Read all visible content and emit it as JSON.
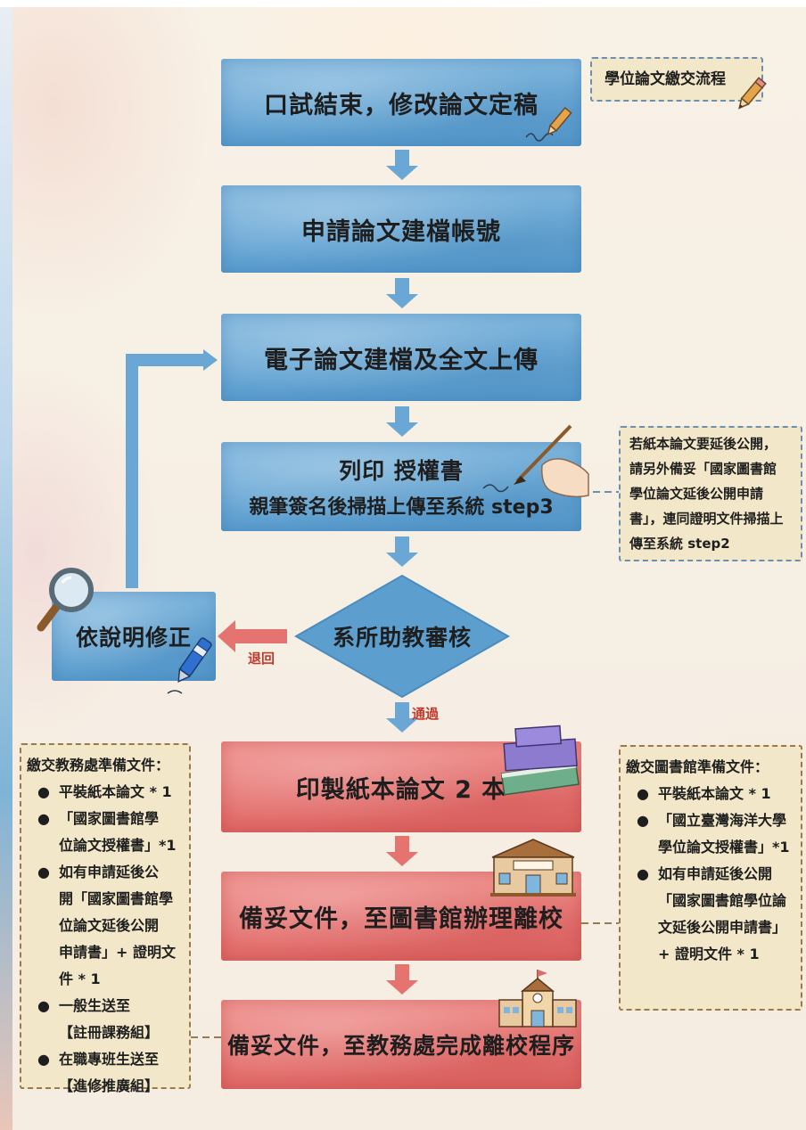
{
  "title_tag": "學位論文繳交流程",
  "steps": {
    "s1": "口試結束，修改論文定稿",
    "s2": "申請論文建檔帳號",
    "s3": "電子論文建檔及全文上傳",
    "s4_line1": "列印 授權書",
    "s4_line2": "親筆簽名後掃描上傳至系統 step3",
    "decision": "系所助教審核",
    "revise": "依說明修正",
    "s6": "印製紙本論文 2 本",
    "s7": "備妥文件，至圖書館辦理離校",
    "s8": "備妥文件，至教務處完成離校程序"
  },
  "edge_labels": {
    "reject": "退回",
    "pass": "通過"
  },
  "notes": {
    "delay": [
      "若紙本論文要延後公開，",
      "請另外備妥「國家圖書館",
      "學位論文延後公開申請",
      "書」，連同證明文件掃描上",
      "傳至系統 step2"
    ],
    "academic_title": "繳交教務處準備文件：",
    "academic_items": [
      [
        "平裝紙本論文 * 1"
      ],
      [
        "「國家圖書館學",
        "位論文授權書」*1"
      ],
      [
        "如有申請延後公",
        "開「國家圖書館學",
        "位論文延後公開",
        "申請書」+ 證明文",
        "件 * 1"
      ],
      [
        "一般生送至",
        "【註冊課務組】"
      ],
      [
        "在職專班生送至",
        "【進修推廣組】"
      ]
    ],
    "library_title": "繳交圖書館準備文件：",
    "library_items": [
      [
        "平裝紙本論文 * 1"
      ],
      [
        "「國立臺灣海洋大學",
        "學位論文授權書」*1"
      ],
      [
        "如有申請延後公開",
        "「國家圖書館學位論",
        "文延後公開申請書」",
        "+ 證明文件 * 1"
      ]
    ]
  },
  "icons": {
    "pencil": "pencil-icon",
    "brush": "paintbrush-hand-icon",
    "magnifier": "magnifier-icon",
    "pen": "pen-icon",
    "books": "books-icon",
    "library": "library-building-icon",
    "school": "school-building-icon"
  },
  "colors": {
    "blue_box": "#6aa7d4",
    "red_box": "#e57471",
    "note_bg": "#f3e7c9",
    "accent_red": "#c0392b"
  }
}
